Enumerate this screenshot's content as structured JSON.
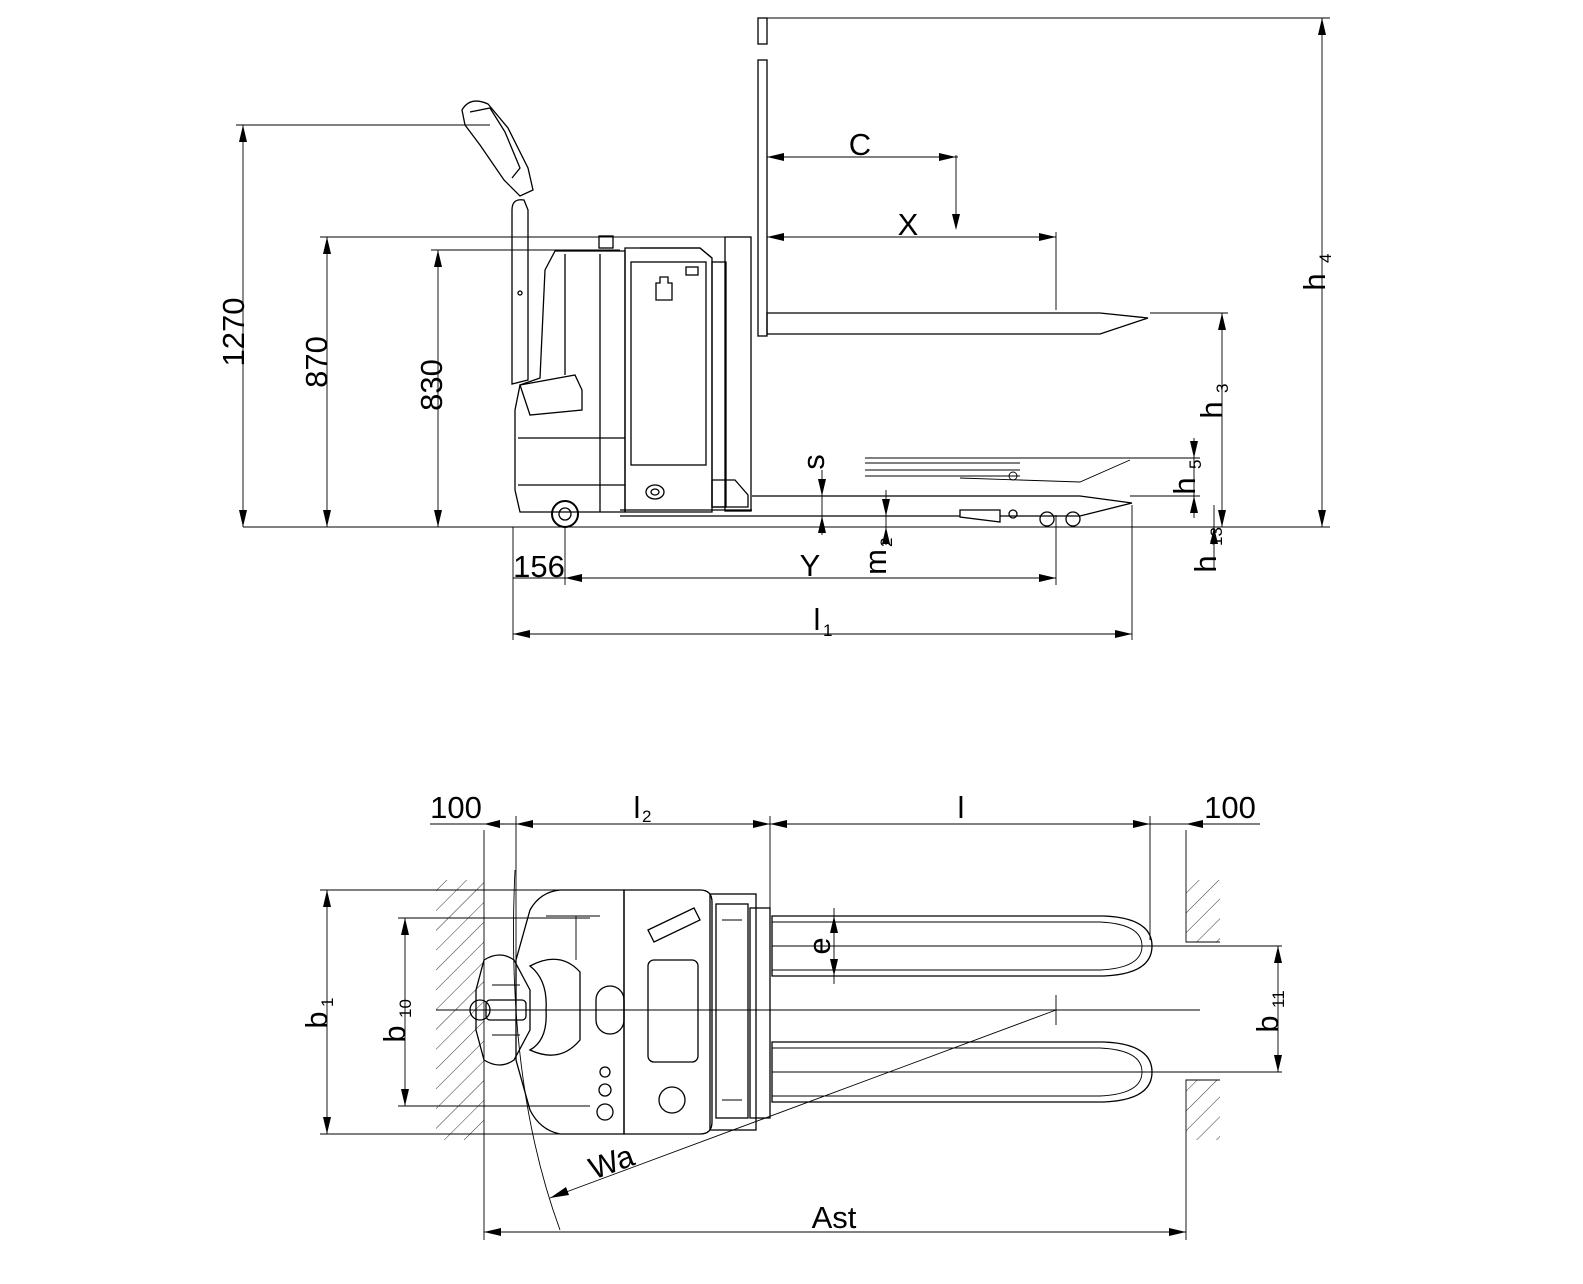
{
  "side_view": {
    "dim_1270": "1270",
    "dim_870": "870",
    "dim_830": "830",
    "dim_156": "156",
    "label_C": "C",
    "label_X": "X",
    "label_Y": "Y",
    "label_s": "s",
    "label_l": "l",
    "sub_l1": "1",
    "label_m": "m",
    "sub_m2": "2",
    "label_h": "h",
    "sub_h4": "4",
    "sub_h3": "3",
    "sub_h5": "5",
    "sub_h13": "13"
  },
  "top_view": {
    "dim_100_left": "100",
    "dim_100_right": "100",
    "label_l": "l",
    "label_l2": "l",
    "sub_l2": "2",
    "label_e": "e",
    "label_b": "b",
    "sub_b1": "1",
    "sub_b10": "10",
    "sub_b11": "11",
    "label_Wa": "Wa",
    "label_Ast": "Ast"
  },
  "colors": {
    "line": "#000000",
    "background": "#ffffff"
  }
}
